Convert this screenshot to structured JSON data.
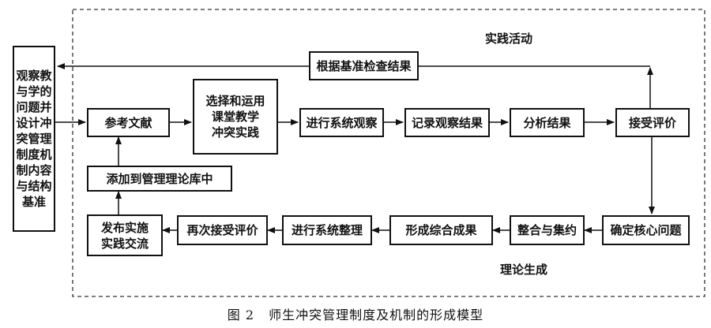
{
  "regions": {
    "practice": "实践活动",
    "theory": "理论生成"
  },
  "nodes": {
    "basis": [
      "观察教",
      "与学的",
      "问题并",
      "设计冲",
      "突管理",
      "制度机",
      "制内容",
      "与结构",
      "基准"
    ],
    "literature": "参考文献",
    "select_apply": [
      "选择和运用",
      "课堂教学",
      "冲突实践"
    ],
    "observe": "进行系统观察",
    "record": "记录观察结果",
    "analyze": "分析结果",
    "accept": "接受评价",
    "check": "根据基准检查结果",
    "add_library": "添加到管理理论库中",
    "core_issue": "确定核心问题",
    "integrate": "整合与集约",
    "form_result": "形成综合成果",
    "organize": "进行系统整理",
    "re_accept": "再次接受评价",
    "publish": [
      "发布实施",
      "实践交流"
    ]
  },
  "caption": {
    "number": "图 2",
    "title": "师生冲突管理制度及机制的形成模型"
  }
}
